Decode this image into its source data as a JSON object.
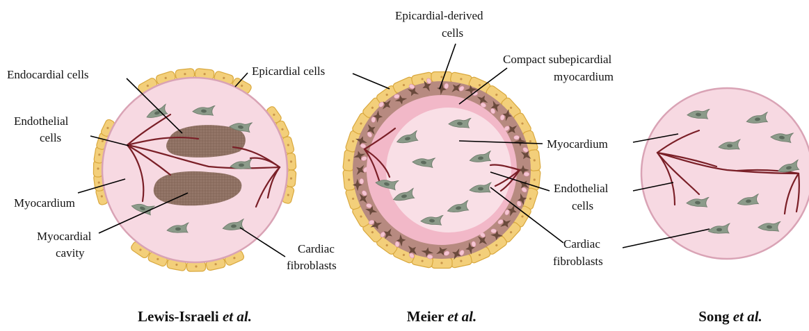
{
  "diagrams": [
    {
      "caption": {
        "author": "Lewis-Israeli",
        "suffix": "et al."
      },
      "labels": {
        "endocardial": "Endocardial cells",
        "epicardial": "Epicardial cells",
        "endothelial_1": "Endothelial",
        "endothelial_2": "cells",
        "myocardium": "Myocardium",
        "cavity_1": "Myocardial",
        "cavity_2": "cavity",
        "fibroblasts_1": "Cardiac",
        "fibroblasts_2": "fibroblasts"
      }
    },
    {
      "caption": {
        "author": "Meier",
        "suffix": "et al."
      },
      "labels": {
        "epi_derived_1": "Epicardial-derived",
        "epi_derived_2": "cells",
        "compact_1": "Compact subepicardial",
        "compact_2": "myocardium",
        "myocardium": "Myocardium",
        "endothelial_1": "Endothelial",
        "endothelial_2": "cells",
        "fibroblasts_1": "Cardiac",
        "fibroblasts_2": "fibroblasts"
      }
    },
    {
      "caption": {
        "author": "Song",
        "suffix": "et al."
      }
    }
  ],
  "colors": {
    "tissue": "#f7d9e2",
    "tissue_border": "#d9a3b5",
    "epicardial": "#f3cf7a",
    "cavity": "#8e7062",
    "vessel": "#7a1f27",
    "fibroblast": "#8c9b8a",
    "compact_layer": "#f2b8c8",
    "epi_derived": "#6a4a3c"
  }
}
